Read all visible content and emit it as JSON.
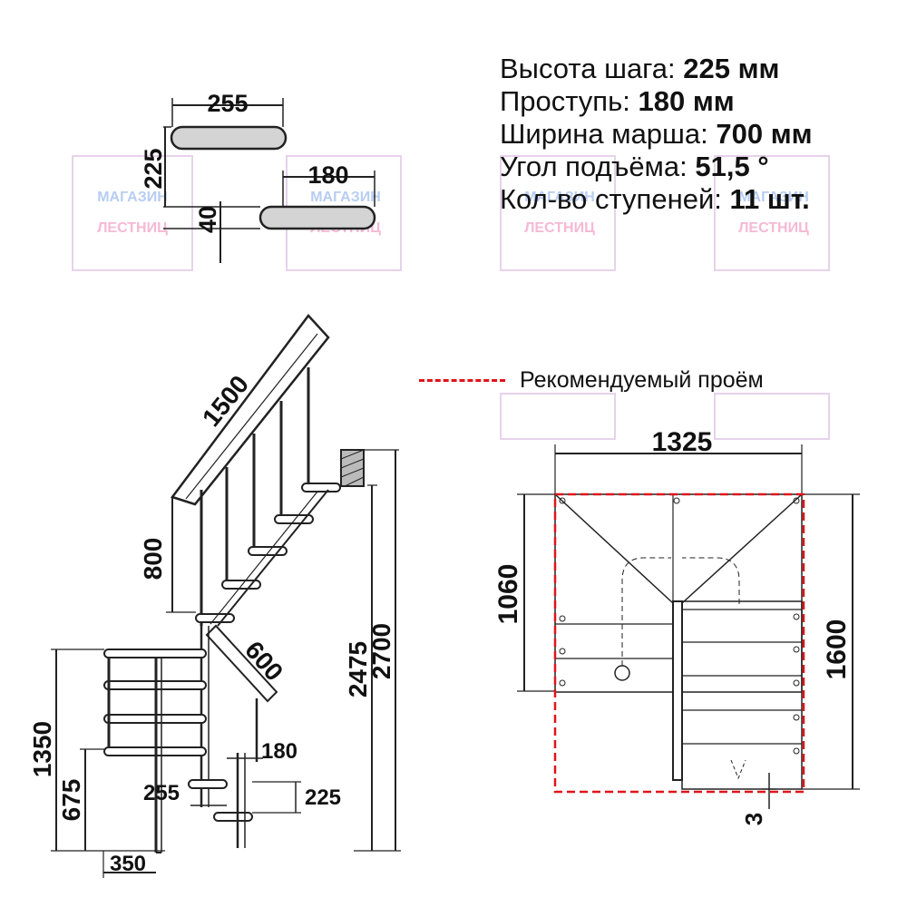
{
  "watermark": {
    "line1": "МАГАЗИН",
    "line2": "ЛЕСТНИЦ"
  },
  "specs": [
    {
      "label": "Высота шага: ",
      "value": "225 мм"
    },
    {
      "label": "Проступь: ",
      "value": "180 мм"
    },
    {
      "label": "Ширина марша: ",
      "value": "700 мм"
    },
    {
      "label": "Угол подъёма: ",
      "value": "51,5 °"
    },
    {
      "label": "Кол-во ступеней: ",
      "value": "11 шт."
    }
  ],
  "legend": {
    "label": "Рекомендуемый проём",
    "color": "#e0141b"
  },
  "step_detail": {
    "tread_length": "255",
    "riser": "225",
    "going": "180",
    "thickness": "40"
  },
  "elevation": {
    "handrail_length": "1500",
    "handrail_height": "800",
    "landing_rail": "600",
    "total_height": "2700",
    "floor_height": "2475",
    "landing_height": "1350",
    "mid_height": "675",
    "base_width": "350",
    "going": "180",
    "tread": "255",
    "riser": "225"
  },
  "plan": {
    "width": "1325",
    "opening_depth": "1060",
    "length": "1600",
    "gap": "3"
  }
}
